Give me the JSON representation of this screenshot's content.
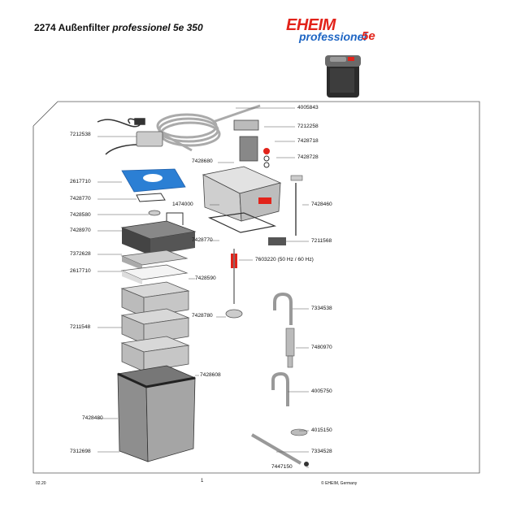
{
  "header": {
    "title_bold": "2274 Außenfilter",
    "title_italic": "professionel 5e 350",
    "brand": "EHEIM",
    "brand_sub": "professionel",
    "brand_num": "5e"
  },
  "parts_left": [
    {
      "num": "7212538"
    },
    {
      "num": "2617710"
    },
    {
      "num": "7428770"
    },
    {
      "num": "7428580"
    },
    {
      "num": "7428970"
    },
    {
      "num": "7372628"
    },
    {
      "num": "2617710"
    },
    {
      "num": "7211548"
    },
    {
      "num": "7428480"
    },
    {
      "num": "7312698"
    }
  ],
  "parts_center": [
    {
      "num": "7428680"
    },
    {
      "num": "1474000"
    },
    {
      "num": "7428770"
    },
    {
      "num": "7428590"
    },
    {
      "num": "7428780"
    },
    {
      "num": "7428608"
    }
  ],
  "parts_right": [
    {
      "num": "4005843"
    },
    {
      "num": "7212258"
    },
    {
      "num": "7428718"
    },
    {
      "num": "7428728"
    },
    {
      "num": "7428460"
    },
    {
      "num": "7211568"
    },
    {
      "num": "7603220 (50 Hz / 60 Hz)"
    },
    {
      "num": "7334538"
    },
    {
      "num": "7480970"
    },
    {
      "num": "4005750"
    },
    {
      "num": "4015150"
    },
    {
      "num": "7334528"
    },
    {
      "num": "7447150"
    }
  ],
  "footer": {
    "date": "02.20",
    "page": "1",
    "copyright": "© EHEIM, Germany"
  },
  "colors": {
    "brand_red": "#e2231a",
    "brand_blue": "#1f66c4",
    "pad_blue": "#2b7fd4",
    "part_grey": "#9a9a9a"
  }
}
